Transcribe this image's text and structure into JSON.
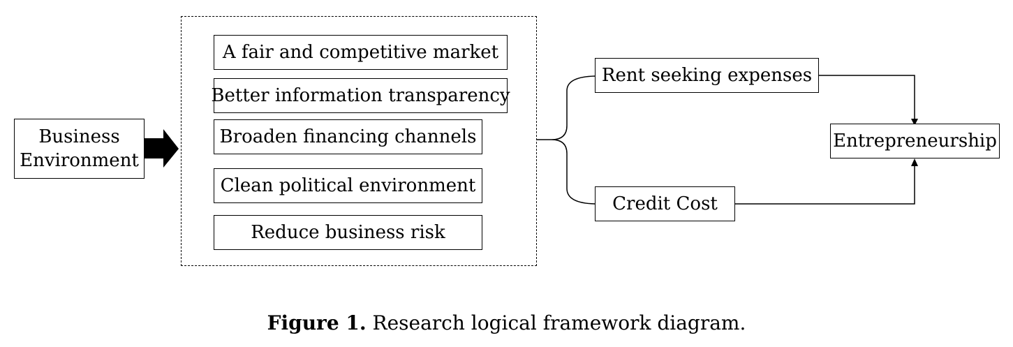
{
  "diagram": {
    "source": {
      "line1": "Business",
      "line2": "Environment"
    },
    "factors": [
      "A fair and competitive market",
      "Better information transparency",
      "Broaden financing channels",
      "Clean political environment",
      "Reduce business risk"
    ],
    "mediators": {
      "rent": "Rent seeking expenses",
      "credit": "Credit Cost"
    },
    "outcome": "Entrepreneurship"
  },
  "caption": {
    "label": "Figure 1.",
    "text": " Research logical framework diagram."
  }
}
